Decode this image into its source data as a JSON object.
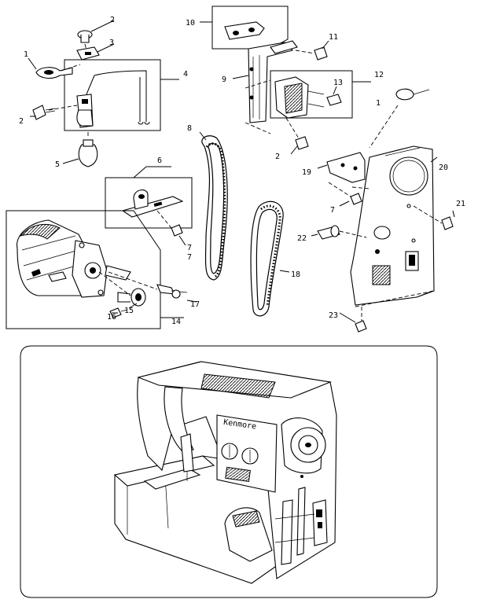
{
  "diagram": {
    "parts": [
      {
        "key": "p1a",
        "number": "1"
      },
      {
        "key": "p2a",
        "number": "2"
      },
      {
        "key": "p3",
        "number": "3"
      },
      {
        "key": "p4",
        "number": "4"
      },
      {
        "key": "p2b",
        "number": "2"
      },
      {
        "key": "p5",
        "number": "5"
      },
      {
        "key": "p6",
        "number": "6"
      },
      {
        "key": "p7a",
        "number": "7"
      },
      {
        "key": "p8",
        "number": "8"
      },
      {
        "key": "p9",
        "number": "9"
      },
      {
        "key": "p10",
        "number": "10"
      },
      {
        "key": "p11",
        "number": "11"
      },
      {
        "key": "p12",
        "number": "12"
      },
      {
        "key": "p13",
        "number": "13"
      },
      {
        "key": "p1b",
        "number": "1"
      },
      {
        "key": "p2c",
        "number": "2"
      },
      {
        "key": "p19",
        "number": "19"
      },
      {
        "key": "p20",
        "number": "20"
      },
      {
        "key": "p21",
        "number": "21"
      },
      {
        "key": "p7b",
        "number": "7"
      },
      {
        "key": "p7c",
        "number": "7"
      },
      {
        "key": "p22",
        "number": "22"
      },
      {
        "key": "p18",
        "number": "18"
      },
      {
        "key": "p17",
        "number": "17"
      },
      {
        "key": "p16",
        "number": "16"
      },
      {
        "key": "p15",
        "number": "15"
      },
      {
        "key": "p14",
        "number": "14"
      },
      {
        "key": "p23",
        "number": "23"
      }
    ],
    "machine_badge": "Kenmore"
  }
}
